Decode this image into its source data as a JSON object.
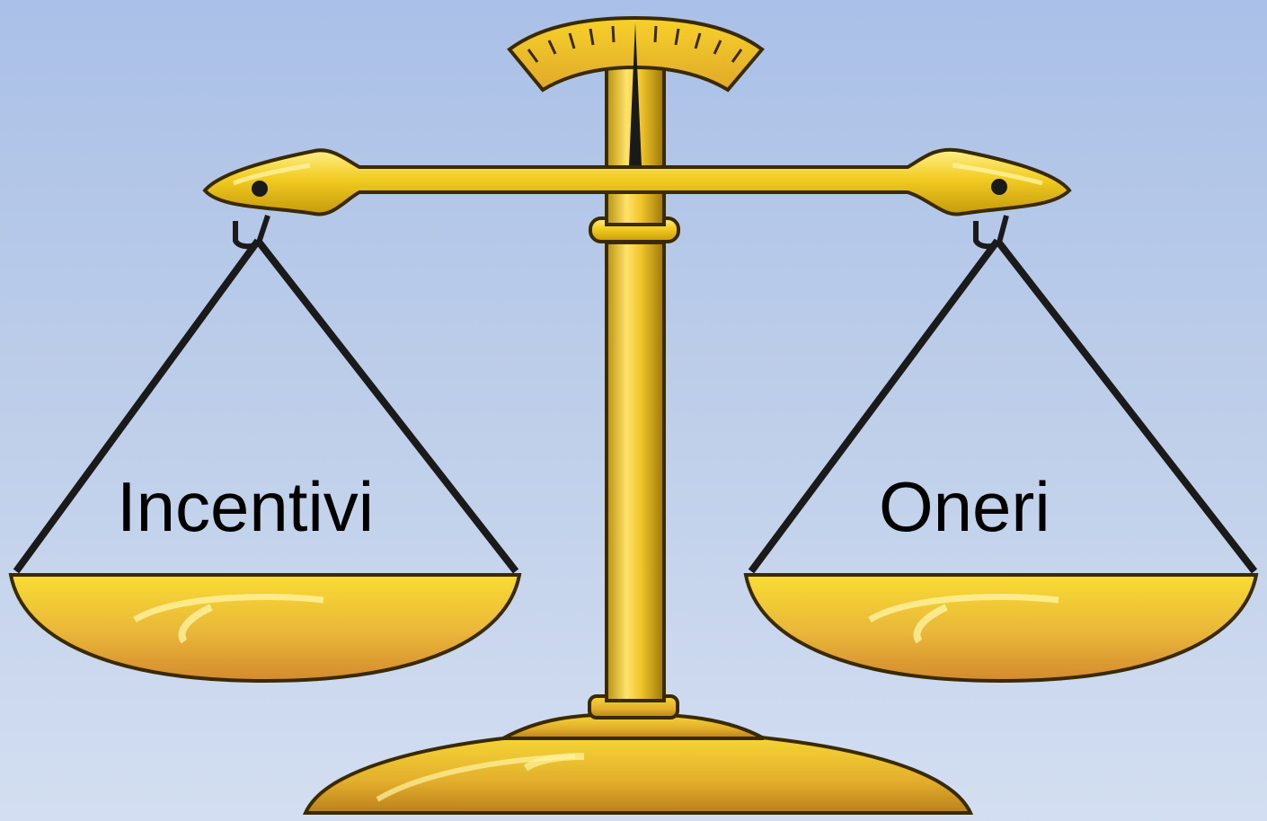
{
  "scale": {
    "left_pan": {
      "label": "Incentivi"
    },
    "right_pan": {
      "label": "Oneri"
    },
    "needle_position": "center"
  },
  "colors": {
    "background_top": "#aac0e8",
    "background_bottom": "#d3def1",
    "gold": "#e3c21a",
    "gold_light": "#fff3a0",
    "gold_dark": "#a37a0b",
    "pan_orange": "#f0a84a",
    "chain": "#1a1a1a",
    "outline": "#3a2a00"
  }
}
